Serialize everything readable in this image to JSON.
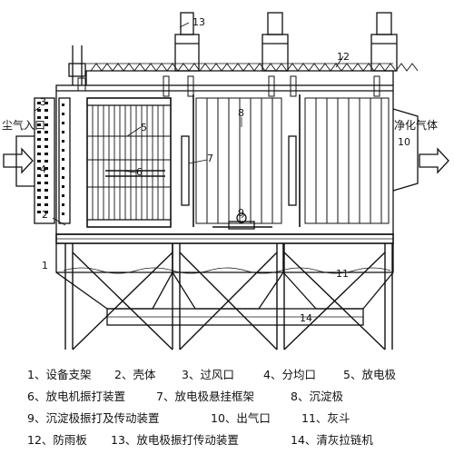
{
  "diagram": {
    "inlet_label": "尘气入口",
    "outlet_label": "净化气体",
    "callouts": {
      "c1": "1",
      "c2": "2",
      "c3": "3",
      "c4": "4",
      "c5": "5",
      "c6": "6",
      "c7": "7",
      "c8": "8",
      "c9": "9",
      "c10": "10",
      "c11": "11",
      "c12": "12",
      "c13": "13",
      "c14": "14"
    }
  },
  "legend": {
    "rows": [
      [
        "1、设备支架",
        "2、壳体",
        "3、过风口",
        "4、分均口",
        "5、放电极"
      ],
      [
        "6、放电机振打装置",
        "7、放电极悬挂框架",
        "8、沉淀极"
      ],
      [
        "9、沉淀极振打及传动装置",
        "10、出气口",
        "11、灰斗"
      ],
      [
        "12、防雨板",
        "13、放电极振打传动装置",
        "14、清灰拉链机"
      ]
    ]
  },
  "colors": {
    "ink": "#111111",
    "paper": "#ffffff"
  }
}
